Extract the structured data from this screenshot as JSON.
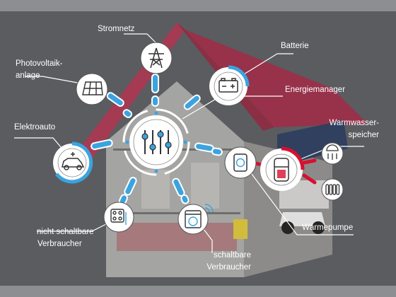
{
  "labels": {
    "stromnetz": "Stromnetz",
    "batterie": "Batterie",
    "energiemanager": "Energiemanager",
    "photovoltaik_1": "Photovoltaik-",
    "photovoltaik_2": "anlage",
    "elektroauto": "Elektroauto",
    "warmwasser_1": "Warmwasser-",
    "warmwasser_2": "speicher",
    "waermepumpe": "Wärmepumpe",
    "nicht_schaltbar_1": "nicht schaltbare",
    "nicht_schaltbar_2": "Verbraucher",
    "schaltbar_1": "schaltbare",
    "schaltbar_2": "Verbraucher"
  },
  "colors": {
    "accent_blue": "#3ba3e0",
    "accent_red": "#d7102f",
    "icon_stroke": "#333333",
    "label_text": "#ffffff",
    "roof": "#a83a52",
    "background": "#5a5c60"
  },
  "icons": {
    "stromnetz": "power-tower-icon",
    "photovoltaik": "solar-panel-icon",
    "batterie": "battery-icon",
    "energiemanager": "sliders-icon",
    "elektroauto": "electric-car-icon",
    "warmwasser": "hot-water-tank-icon",
    "waermepumpe": "heat-pump-icon",
    "nicht_schaltbar": "stove-icon",
    "schaltbar": "washing-machine-icon",
    "dusche": "shower-icon",
    "heizkoerper": "radiator-icon"
  }
}
